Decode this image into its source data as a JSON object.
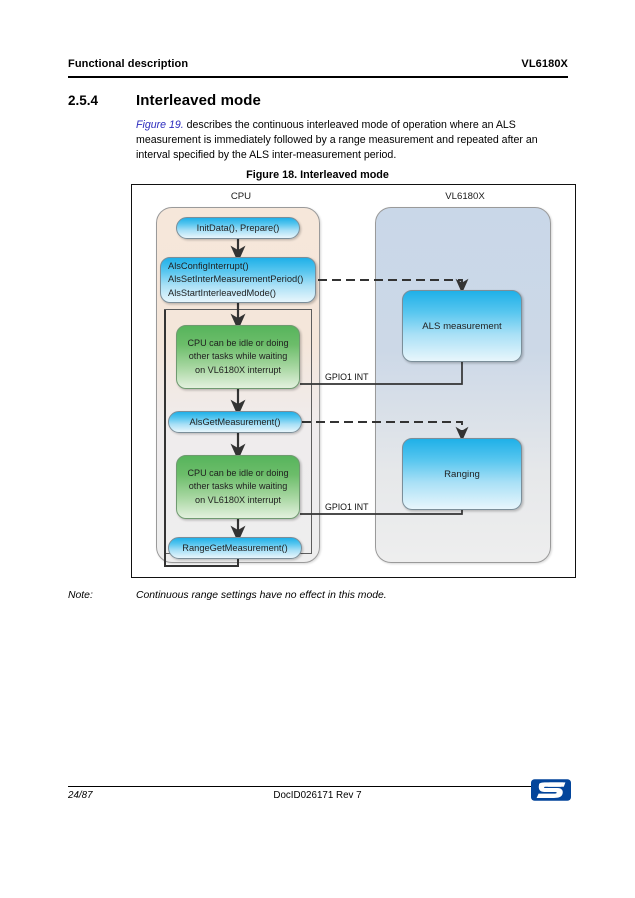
{
  "header": {
    "left": "Functional description",
    "right": "VL6180X"
  },
  "section": {
    "number": "2.5.4",
    "title": "Interleaved mode"
  },
  "paragraph": {
    "figure_ref": "Figure 19.",
    "body": " describes the continuous interleaved mode of operation where an ALS measurement is immediately followed by a range measurement and repeated after an interval specified by the ALS inter-measurement period."
  },
  "figure": {
    "caption": "Figure 18. Interleaved mode",
    "columns": {
      "cpu": "CPU",
      "device": "VL6180X"
    },
    "nodes": {
      "init": "InitData(), Prepare()",
      "config_lines": [
        "AlsConfigInterrupt()",
        "AlsSetInterMeasurementPeriod()",
        "AlsStartInterleavedMode()"
      ],
      "idle_lines": [
        "CPU can be idle or doing",
        "other tasks while waiting",
        "on VL6180X interrupt"
      ],
      "als_get": "AlsGetMeasurement()",
      "range_get": "RangeGetMeasurement()",
      "als_measurement": "ALS measurement",
      "ranging": "Ranging"
    },
    "wire_labels": {
      "gpio_1": "GPIO1 INT",
      "gpio_2": "GPIO1 INT"
    },
    "colors": {
      "blue_node_top": "#1fb0e8",
      "blue_node_bottom": "#e8f6fc",
      "green_node_top": "#57b45c",
      "green_node_bottom": "#e3f1de",
      "cpu_panel": "#f6e7da",
      "device_panel": "#c9d7e8"
    }
  },
  "note": {
    "label": "Note:",
    "text": "Continuous range settings have no effect in this mode."
  },
  "footer": {
    "page": "24/87",
    "doc": "DocID026171 Rev 7",
    "logo_alt": "st-logo"
  }
}
